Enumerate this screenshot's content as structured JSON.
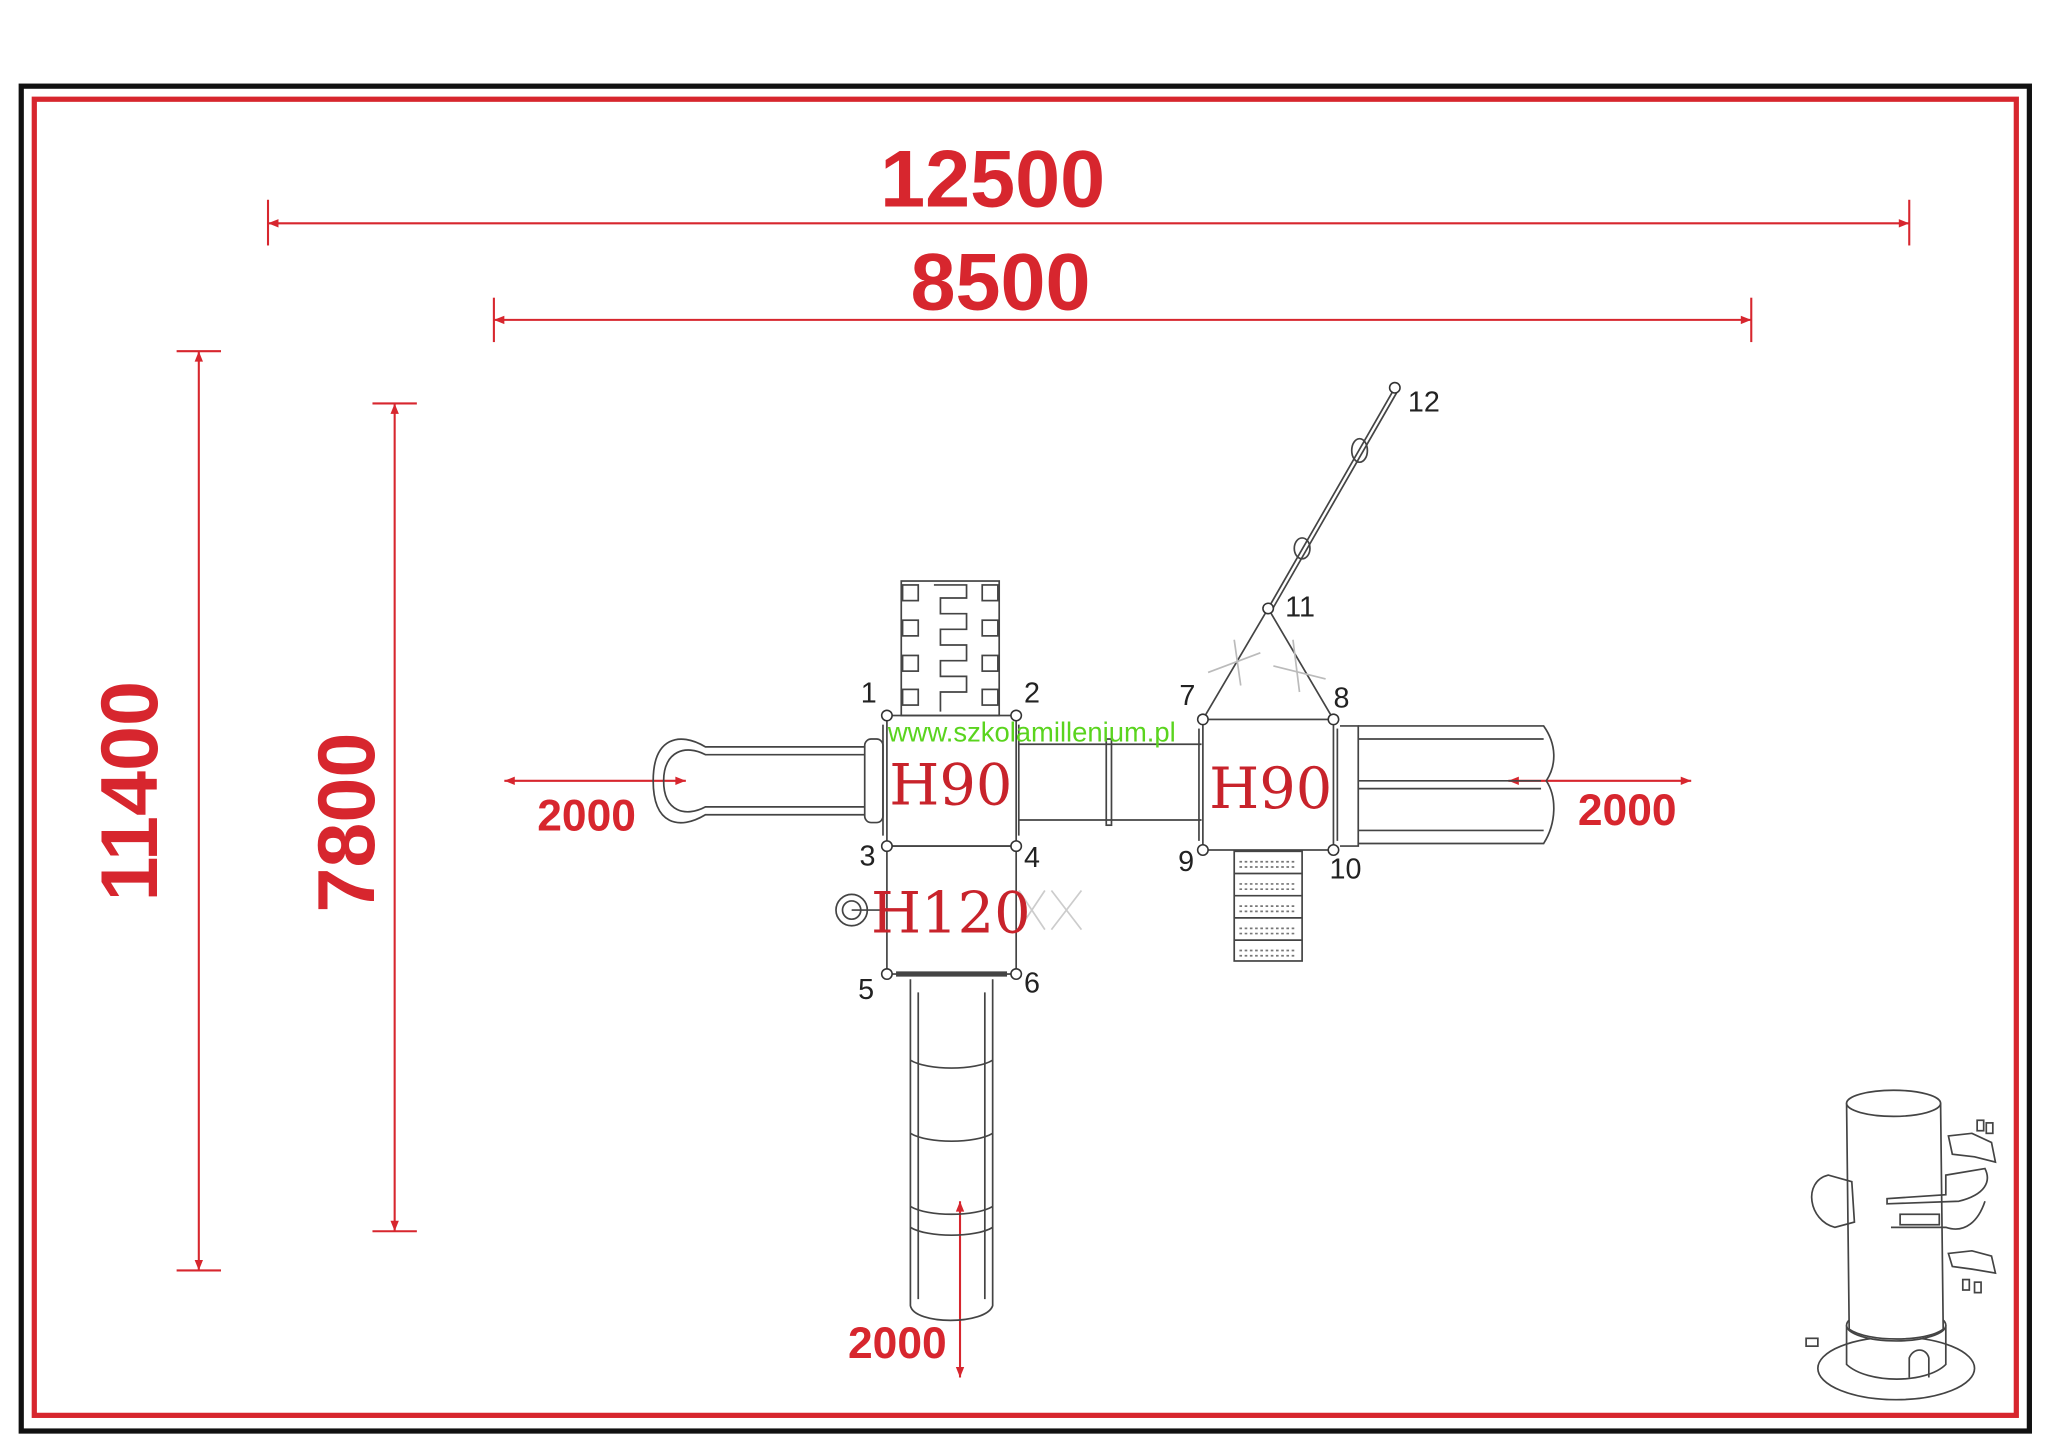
{
  "dimensions": {
    "overall_width": "12500",
    "structure_width": "8500",
    "overall_depth": "11400",
    "structure_depth": "7800",
    "clearance_left": "2000",
    "clearance_right": "2000",
    "clearance_bottom": "2000"
  },
  "platforms": [
    {
      "label": "H90"
    },
    {
      "label": "H90"
    },
    {
      "label": "H120"
    }
  ],
  "points": [
    "1",
    "2",
    "3",
    "4",
    "5",
    "6",
    "7",
    "8",
    "9",
    "10",
    "11",
    "12"
  ],
  "watermark": "www.szkolamillenium.pl",
  "colors": {
    "dimension": "#d7262e",
    "frame": "#111111",
    "watermark": "#5ad41e"
  }
}
